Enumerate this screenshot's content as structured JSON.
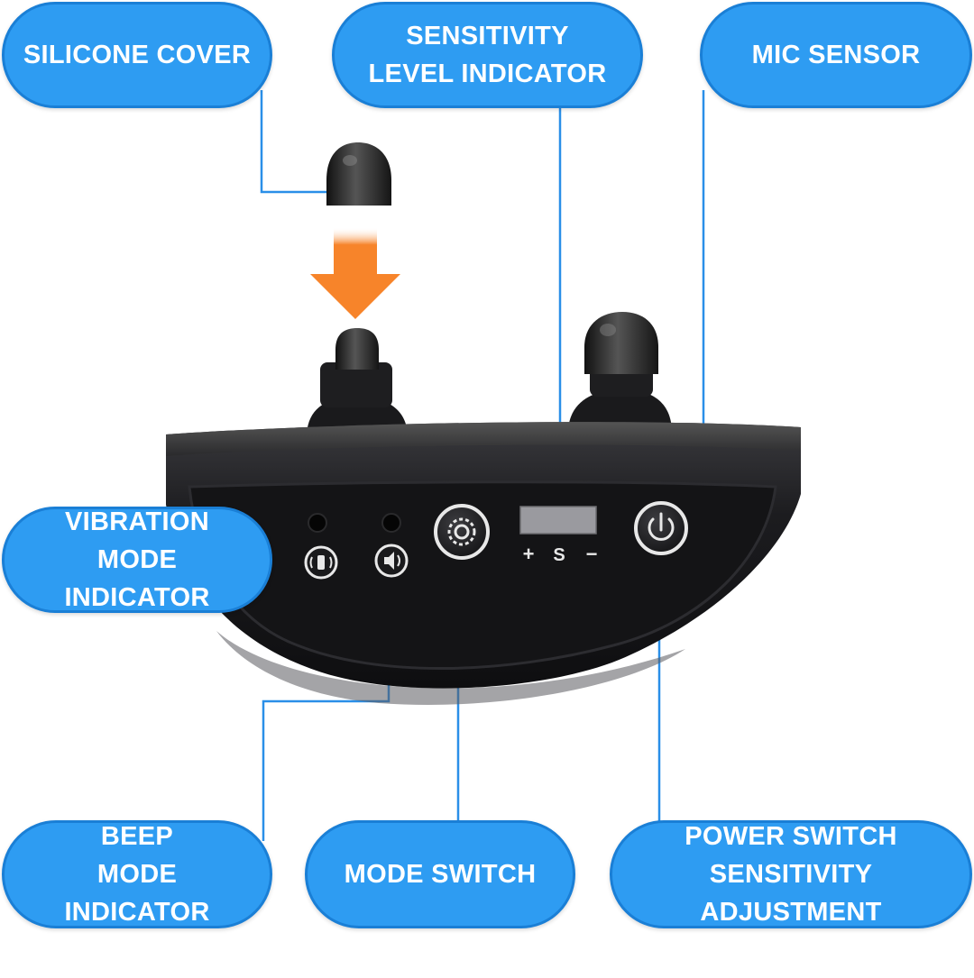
{
  "colors": {
    "pill_fill": "#2e9cf2",
    "pill_border": "#1a7fd6",
    "leader_line": "#2a8fe8",
    "arrow": "#f7842a",
    "device_body": "#1c1c1f",
    "indicator_display": "#9a9a9f"
  },
  "labels": {
    "silicone_cover": "SILICONE COVER",
    "sensitivity_level_indicator": "SENSITIVITY\nLEVEL INDICATOR",
    "mic_sensor": "MIC SENSOR",
    "vibration_mode_indicator": "VIBRATION\nMODE\nINDICATOR",
    "beep_mode_indicator": "BEEP\nMODE\nINDICATOR",
    "mode_switch": "MODE SWITCH",
    "power_switch_sensitivity_adjustment": "POWER SWITCH\nSENSITIVITY\nADJUSTMENT"
  },
  "device": {
    "plus_label": "+",
    "s_label": "S",
    "minus_label": "−"
  },
  "icons": {
    "vibration": "vibration-icon",
    "beep": "speaker-icon",
    "mode": "gear-icon",
    "power": "power-icon",
    "arrow": "arrow-down-icon"
  }
}
